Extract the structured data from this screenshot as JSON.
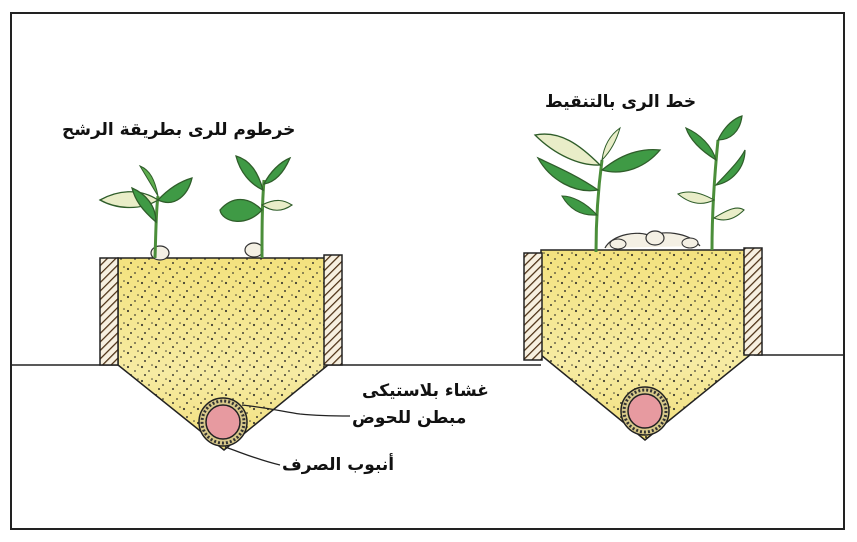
{
  "labels": {
    "drip_line": "خط الرى بالتنقيط",
    "soaker_hose": "خرطوم للرى بطريقة الرشح",
    "plastic_film_line1": "غشاء بلاستيكى",
    "plastic_film_line2": "مبطن للحوض",
    "drain_pipe": "أنبوب الصرف"
  },
  "colors": {
    "soil_fill": "#f2e27a",
    "soil_light": "#f8f1b8",
    "leaf_green": "#3f9a45",
    "leaf_pale": "#e9edc8",
    "pipe_core": "#e79aa0",
    "wood_hatch": "#5a3a1a"
  },
  "icons": [
    "plant-icon",
    "drip-emitter-icon",
    "drain-pipe-icon",
    "wood-board-icon"
  ]
}
